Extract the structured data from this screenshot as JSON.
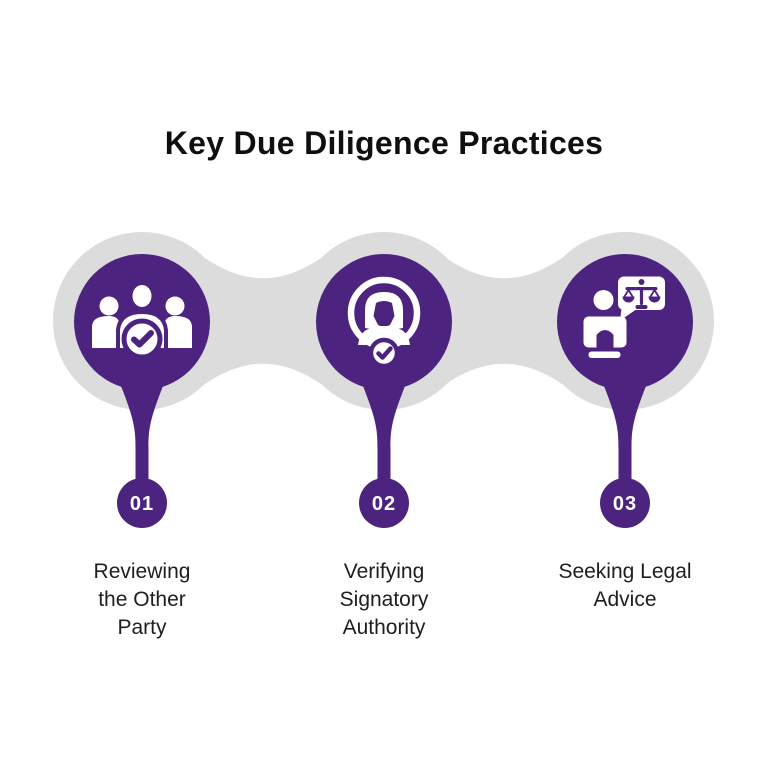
{
  "title": "Key Due Diligence Practices",
  "colors": {
    "purple": "#4D2380",
    "gray": "#DCDCDC",
    "title": "#0F0F0F",
    "label": "#1E1E1E",
    "icon": "#FFFFFF"
  },
  "steps": [
    {
      "number": "01",
      "label": "Reviewing\nthe Other\nParty",
      "icon": "group-check-icon"
    },
    {
      "number": "02",
      "label": "Verifying\nSignatory\nAuthority",
      "icon": "verified-person-icon"
    },
    {
      "number": "03",
      "label": "Seeking Legal\nAdvice",
      "icon": "legal-advice-icon"
    }
  ]
}
